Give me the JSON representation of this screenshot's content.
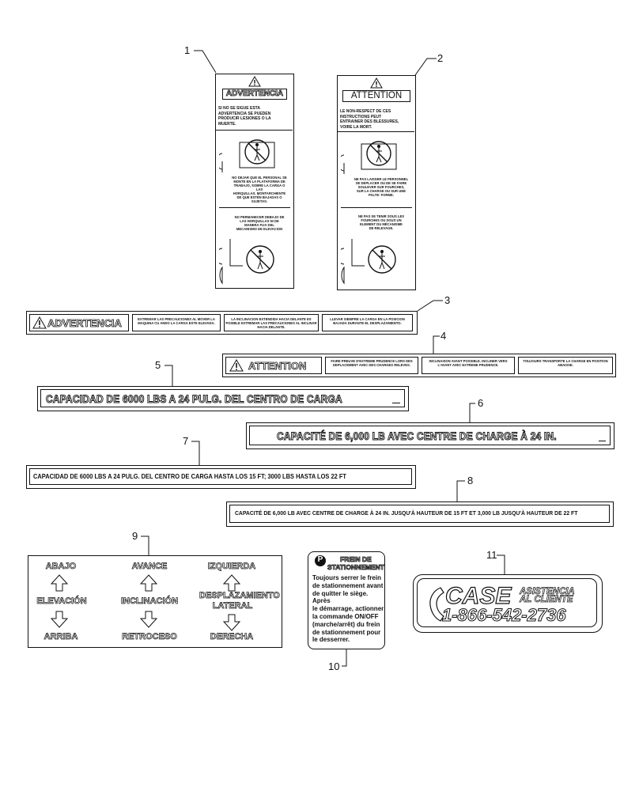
{
  "callouts": [
    "1",
    "2",
    "3",
    "4",
    "5",
    "6",
    "7",
    "8",
    "9",
    "10",
    "11"
  ],
  "decal1": {
    "header": "ADVERTENCIA",
    "lines": [
      "SI NO SE SIGUE ESTA",
      "ADVERTENCIA SE PUEDEN",
      "PRODUCIR LESIONES O LA",
      "MUERTE."
    ],
    "text2": [
      "NO DEJAR QUE EL PERSONAL SE",
      "MONTE EN LA PLATAFORMA DE",
      "TRABAJO, SOBRE LA CARGA O LAS",
      "HORQUILLAS. MONTARCHIENTE",
      "DE QUE ESTÉN BAJADAS O",
      "SUJETAS."
    ],
    "text3": [
      "NO PERMANECER DEBAJO DE",
      "LAS HORQUILLAS NI DE",
      "MANERA FIJA DEL",
      "MECANISMO DE ELEVACION"
    ]
  },
  "decal2": {
    "header": "ATTENTION",
    "lines": [
      "LE NON-RESPECT DE CES",
      "INSTRUCTIONS PEUT",
      "ENTRAINER DES BLESSURES,",
      "VOIRE LA MORT."
    ],
    "text2": [
      "NE PAS LAISSER LE PERSONNEL",
      "SE DEPLACER OU DE SE FAIRE",
      "SOULEVER SUR FOURCHES,",
      "SUR LA CHARGE OU SUR UNE",
      "PALTE- FORME."
    ],
    "text3": [
      "NE PAS SE TENIR SOUS LES",
      "FOURCHES OU SOUS UN",
      "ELEMENT DU MÉCANISME",
      "DE RELEVAGE."
    ]
  },
  "decal3": {
    "header": "ADVERTENCIA",
    "cells": [
      "EXTREMAR LAS PRECAUCIONES AL MOVER LA MAQUINA CU ANDO LA CARGA ESTE ELEVADA.",
      "LA INCLINACION EXTENDIDA HACIA DELANTE ES POSIBLE EXTREMAR LAS PRECAUCIONES AL INCLINAR HACIA DELANTE.",
      "LLEVAR SIEMPRE LA CARGA EN LA POSICION BAJADA DURANTE EL DESPLAZAMIENTO."
    ]
  },
  "decal4": {
    "header": "ATTENTION",
    "cells": [
      "FAIRE PREUVE D'EXTREME PRUDENCE LORS DES DEPLACEMENT AVEC DES CHARGES RELEVES.",
      "INCLINAISON AVANT POSSIBLE. INCLINER VERS L'AVANT AVEC EXTREME PRUDENCE.",
      "TOUJOURS TRANSPORTE LA CHARGE EN POSITION ABAISSE."
    ]
  },
  "decal5": {
    "text": "CAPACIDAD DE 6000 LBS A 24 PULG. DEL CENTRO DE CARGA"
  },
  "decal6": {
    "text": "CAPACITÉ DE 6,000 LB AVEC CENTRE DE CHARGE À 24 IN."
  },
  "decal7": {
    "text": "CAPACIDAD DE 6000 LBS A 24 PULG. DEL CENTRO DE CARGA HASTA LOS 15 FT; 3000 LBS HASTA LOS 22 FT"
  },
  "decal8": {
    "text": "CAPACITÉ DE 6,000 LB AVEC CENTRE DE CHARGE À 24 IN. JUSQU'À HAUTEUR DE 15 FT ET 3,000 LB JUSQU'À HAUTEUR DE 22 FT"
  },
  "decal9": {
    "top": [
      "ABAJO",
      "AVANCE",
      "IZQUIERDA"
    ],
    "mid": [
      "ELEVACIÓN",
      "INCLINACIÓN",
      "DESPLAZAMIENTO LATERAL"
    ],
    "bottom": [
      "ARRIBA",
      "RETROCESO",
      "DERECHA"
    ]
  },
  "decal10": {
    "badge": "P",
    "title": "FREIN DE STATIONNEMENT",
    "body": [
      "Toujours serrer le frein",
      "de stationnement avant",
      "de quitter le siège. Après",
      "le démarrage, actionner",
      "la commande ON/OFF",
      "(marche/arrêt) du frein",
      "de stationnement pour",
      "le desserrer."
    ]
  },
  "decal11": {
    "brand": "CASE",
    "line1": "ASISTENCIA",
    "line2": "AL CLIENTE",
    "phone": "1-866-542-2736"
  },
  "icons": [
    "warning-triangle-icon",
    "arrow-up-icon",
    "arrow-down-icon",
    "phone-handset-icon",
    "parking-brake-icon",
    "no-riders-icon",
    "no-standing-under-forks-icon"
  ]
}
